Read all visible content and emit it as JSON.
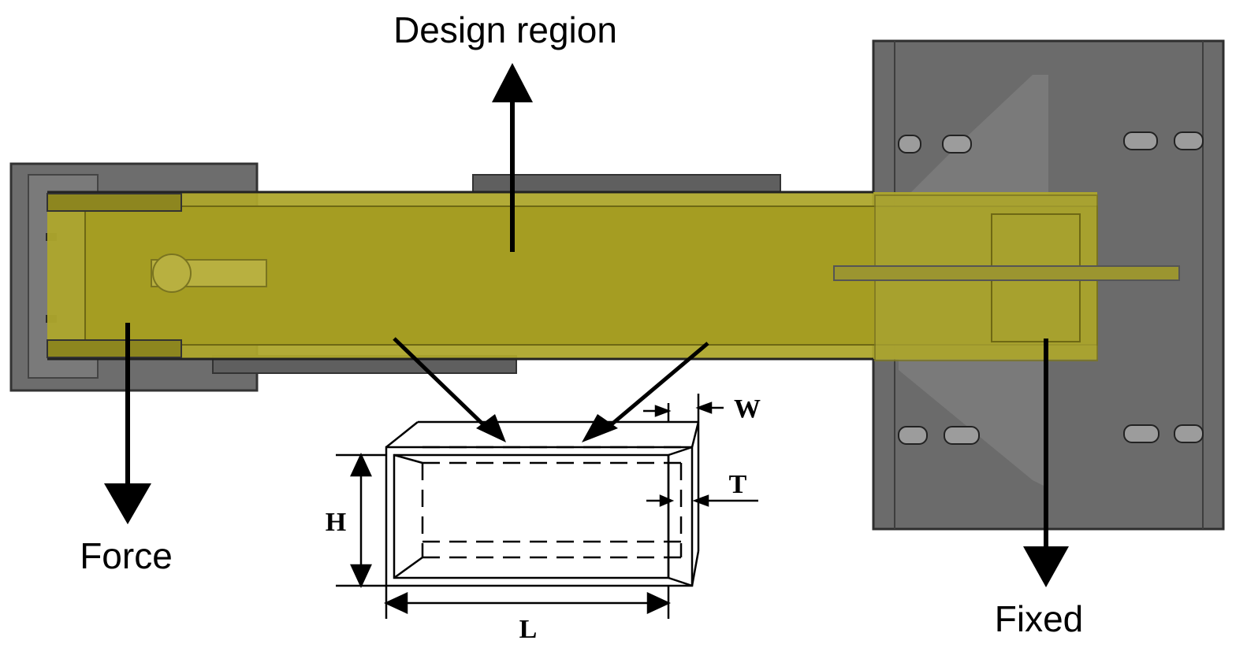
{
  "labels": {
    "design_region": "Design region",
    "force": "Force",
    "fixed": "Fixed"
  },
  "cross_section": {
    "width": "W",
    "thickness": "T",
    "height": "H",
    "length": "L"
  },
  "colors": {
    "beam": "#aea62c",
    "beam_dark": "#8d861f",
    "plate": "#6b6b6b",
    "plate_dark": "#4a4a4a",
    "arrow": "#000000",
    "background": "#ffffff"
  }
}
